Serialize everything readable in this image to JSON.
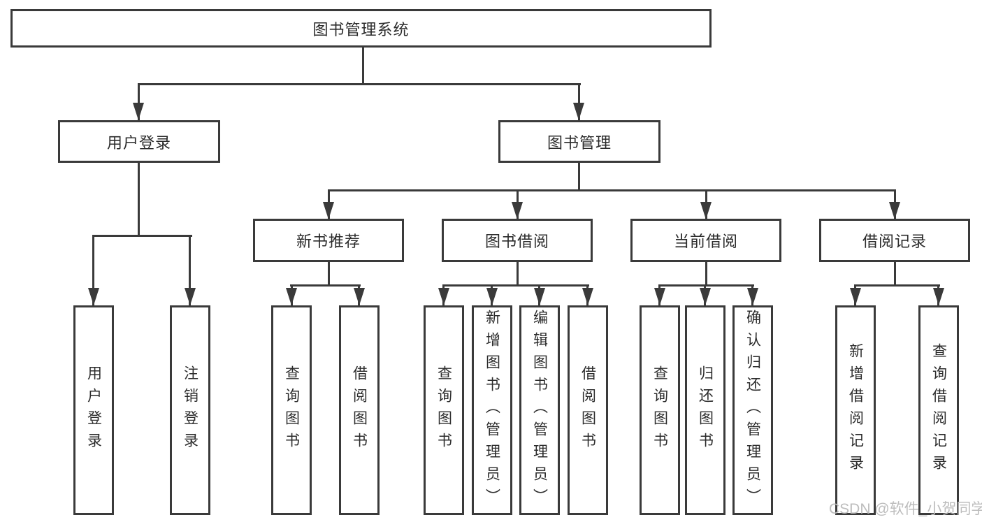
{
  "tree": {
    "root": "图书管理系统",
    "level2": [
      {
        "id": "user-login",
        "label": "用户登录",
        "children": [
          "用户登录",
          "注销登录"
        ]
      },
      {
        "id": "book-management",
        "label": "图书管理",
        "sections": [
          {
            "id": "new-book-recommend",
            "label": "新书推荐",
            "children": [
              "查询图书",
              "借阅图书"
            ]
          },
          {
            "id": "book-borrow",
            "label": "图书借阅",
            "children": [
              "查询图书",
              "新增图书（管理员）",
              "编辑图书（管理员）",
              "借阅图书"
            ]
          },
          {
            "id": "current-borrow",
            "label": "当前借阅",
            "children": [
              "查询图书",
              "归还图书",
              "确认归还（管理员）"
            ]
          },
          {
            "id": "borrow-records",
            "label": "借阅记录",
            "children": [
              "新增借阅记录",
              "查询借阅记录"
            ]
          }
        ]
      }
    ]
  },
  "watermark": "CSDN @软件_小贺同学",
  "colors": {
    "line": "#3a3a3a",
    "box_border": "#3a3a3a",
    "box_background": "#ffffff",
    "text": "#2b2b2b",
    "watermark": "#bdbdbd",
    "background": "#ffffff"
  }
}
